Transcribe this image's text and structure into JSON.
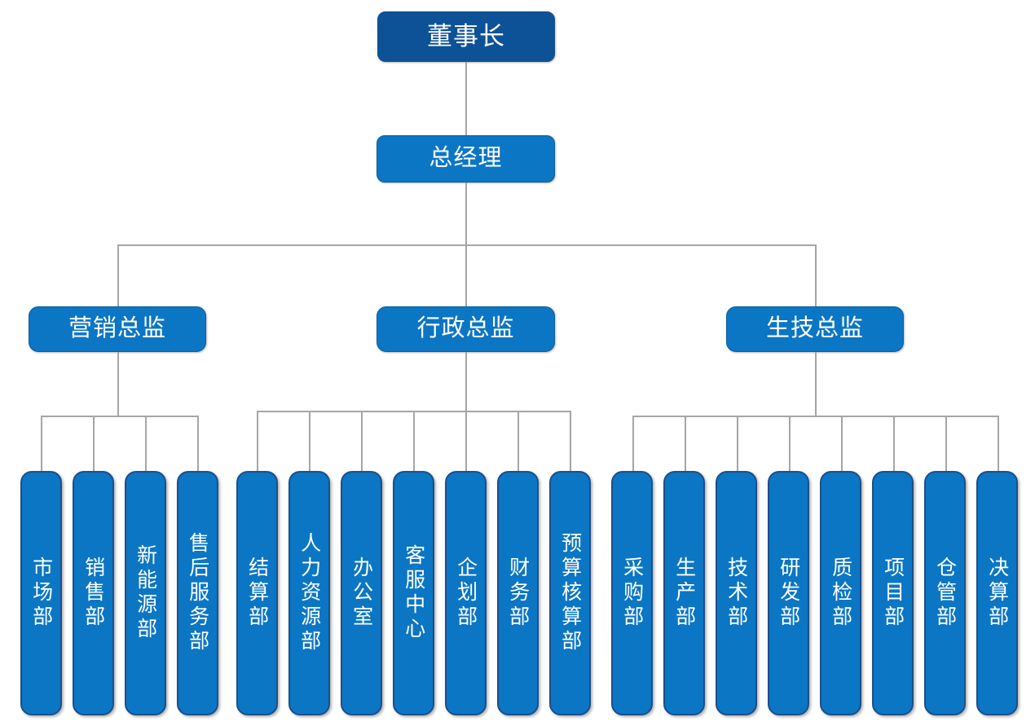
{
  "chart_title": "",
  "colors": {
    "chairman_fill": "#0d5296",
    "node_fill": "#0b76c4",
    "node_border": "#1b4f8a",
    "connector": "#a6a6a6",
    "text": "#ffffff",
    "background": "#ffffff"
  },
  "org": {
    "chairman": {
      "label": "董事长"
    },
    "general_manager": {
      "label": "总经理"
    },
    "divisions": [
      {
        "id": "marketing",
        "label": "营销总监",
        "departments": [
          {
            "label": "市场部"
          },
          {
            "label": "销售部"
          },
          {
            "label": "新能源部"
          },
          {
            "label": "售后服务部"
          }
        ]
      },
      {
        "id": "administration",
        "label": "行政总监",
        "departments": [
          {
            "label": "结算部"
          },
          {
            "label": "人力资源部"
          },
          {
            "label": "办公室"
          },
          {
            "label": "客服中心"
          },
          {
            "label": "企划部"
          },
          {
            "label": "财务部"
          },
          {
            "label": "预算核算部"
          }
        ]
      },
      {
        "id": "production",
        "label": "生技总监",
        "departments": [
          {
            "label": "采购部"
          },
          {
            "label": "生产部"
          },
          {
            "label": "技术部"
          },
          {
            "label": "研发部"
          },
          {
            "label": "质检部"
          },
          {
            "label": "项目部"
          },
          {
            "label": "仓管部"
          },
          {
            "label": "决算部"
          }
        ]
      }
    ]
  }
}
